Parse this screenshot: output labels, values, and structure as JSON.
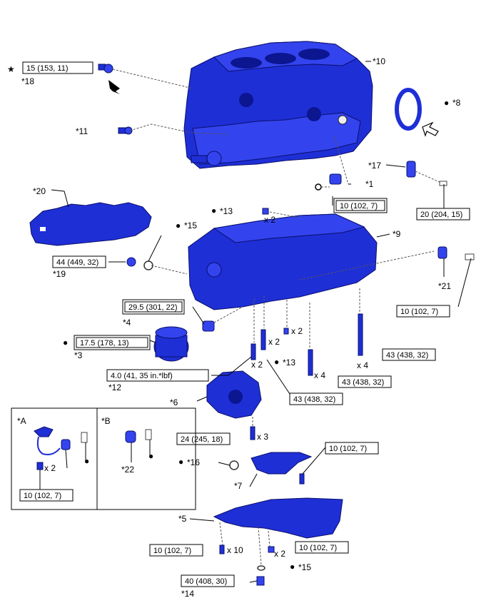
{
  "callouts": {
    "c1": "*1",
    "c3": "*3",
    "c4": "*4",
    "c5": "*5",
    "c6": "*6",
    "c7": "*7",
    "c8": "*8",
    "c9": "*9",
    "c10": "*10",
    "c11": "*11",
    "c12": "*12",
    "c13a": "*13",
    "c13b": "*13",
    "c14": "*14",
    "c15a": "*15",
    "c15b": "*15",
    "c16": "*16",
    "c17": "*17",
    "c18": "*18",
    "c19": "*19",
    "c20": "*20",
    "c21": "*21",
    "c22": "*22"
  },
  "torques": {
    "t18": "15 (153, 11)",
    "t1": "10 (102, 7)",
    "t17": "20 (204, 15)",
    "t19": "44 (449, 32)",
    "t4": "29.5 (301, 22)",
    "t21": "10 (102, 7)",
    "t3": "17.5 (178, 13)",
    "t43a": "43 (438, 32)",
    "t12": "4.0 (41, 35 in.*lbf)",
    "t43b": "43 (438, 32)",
    "t43c": "43 (438, 32)",
    "t24": "24 (245, 18)",
    "t7": "10 (102, 7)",
    "tA": "10 (102, 7)",
    "t10a": "10 (102, 7)",
    "t10b": "10 (102, 7)",
    "t40": "40 (408, 30)"
  },
  "quantities": {
    "q13": "x 2",
    "q11b": "x 2",
    "q13c": "x 2",
    "q43a": "x 4",
    "q12": "x 2",
    "q43c": "x 4",
    "q24": "x 3",
    "qA": "x 2",
    "q10a": "x 10",
    "q10b": "x 2"
  },
  "inset": {
    "labelA": "*A",
    "labelB": "*B"
  },
  "symbols": {
    "star": "★",
    "bullet": "●"
  }
}
